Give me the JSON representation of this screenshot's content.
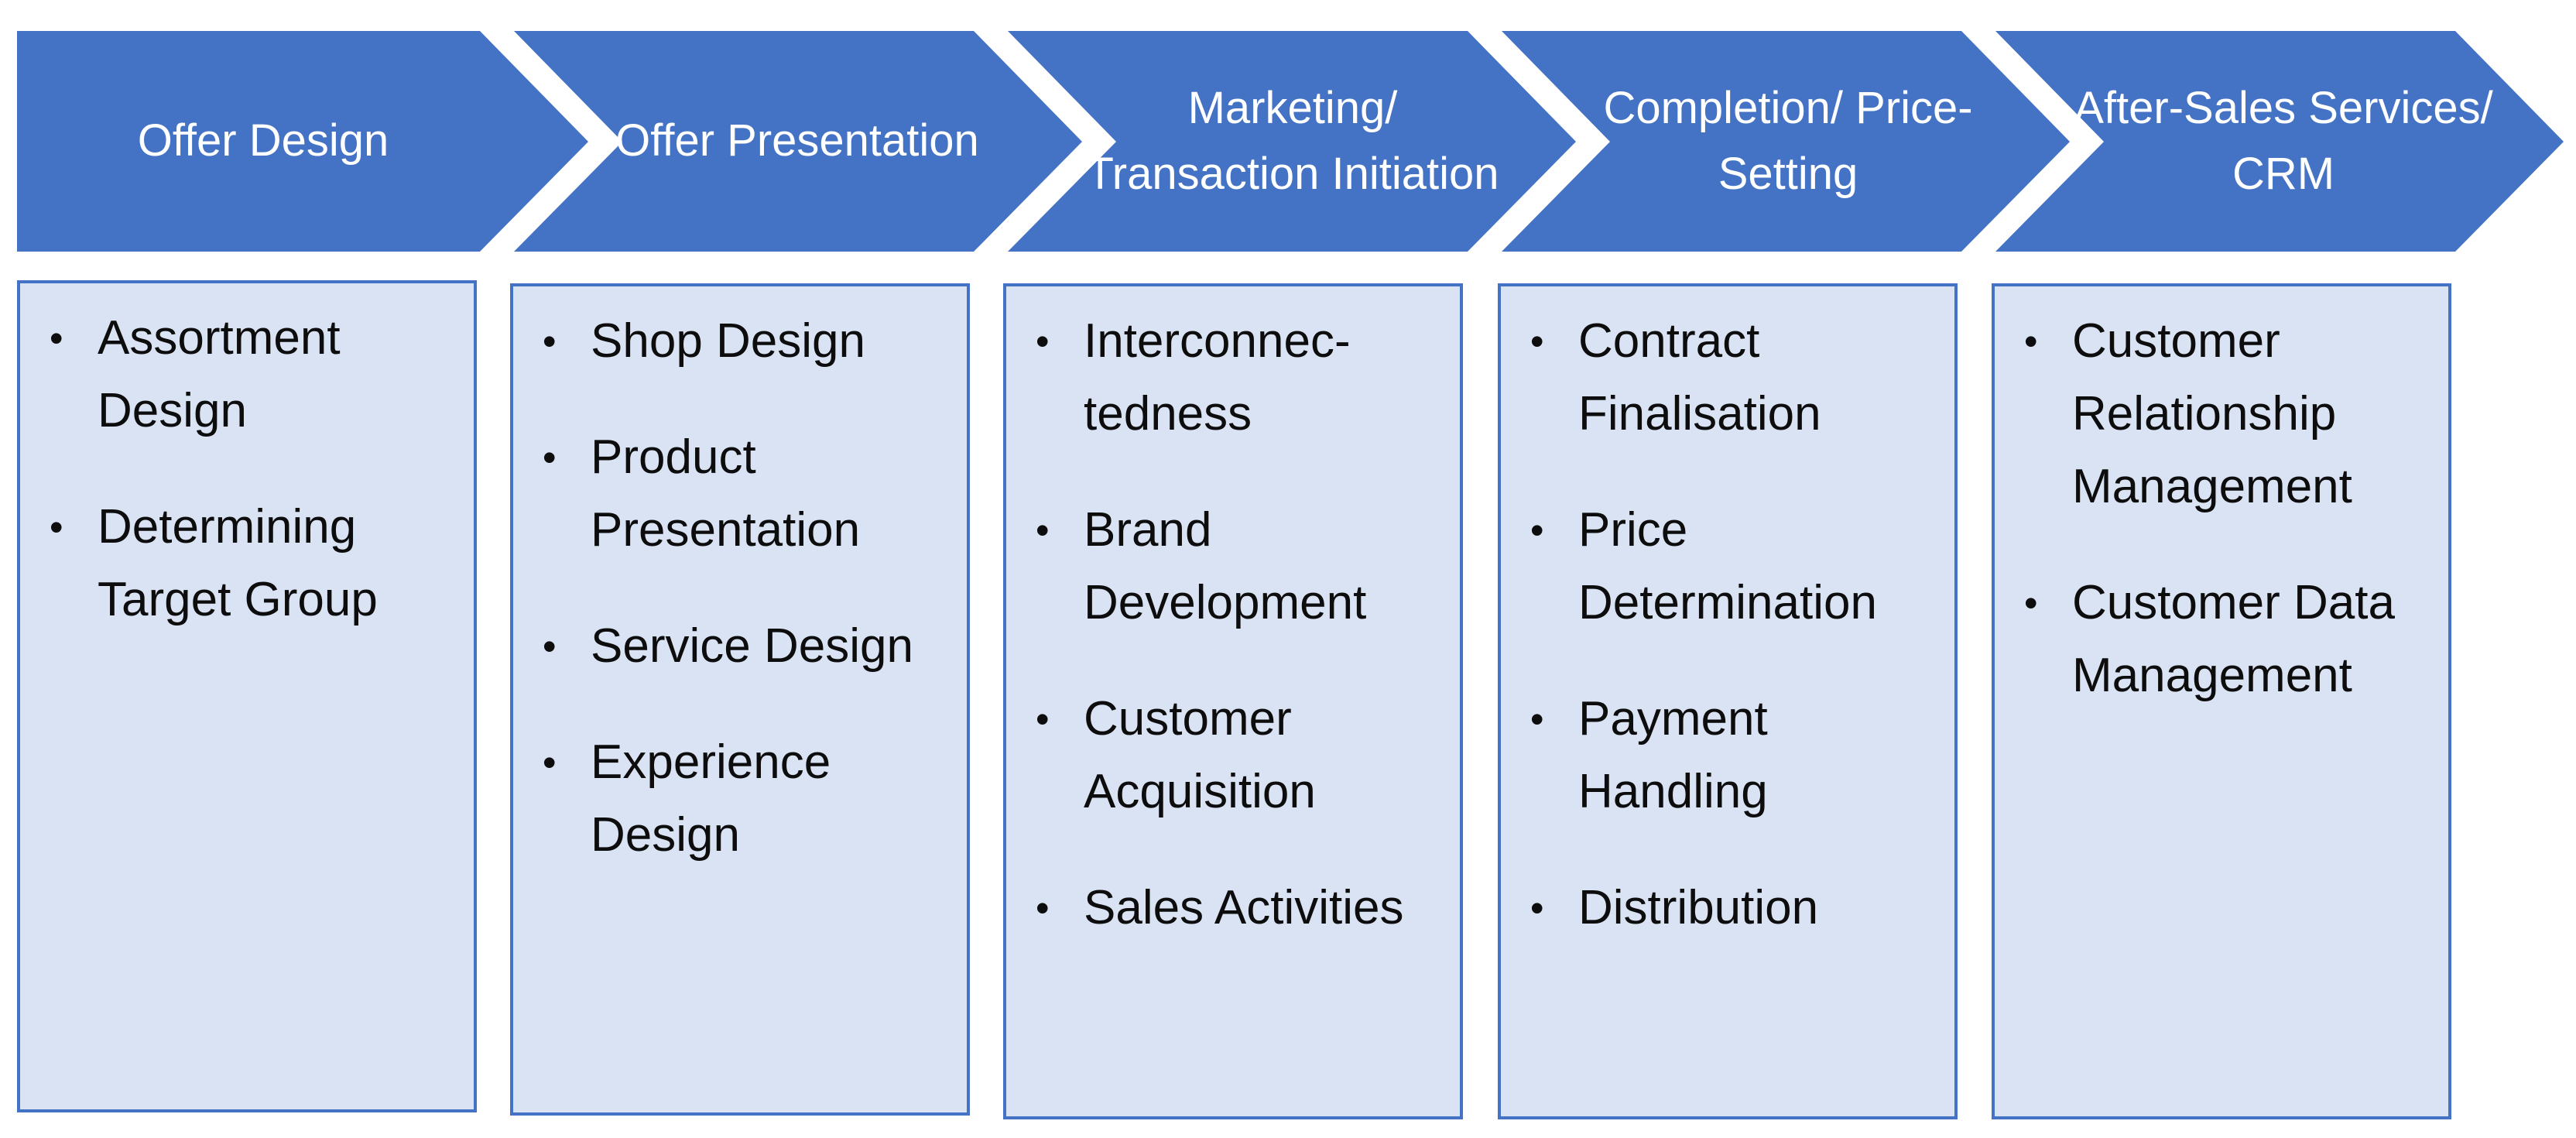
{
  "colors": {
    "chevron": "#4472c4",
    "box_fill": "#dae3f3",
    "box_border": "#4472c4",
    "text": "#0d0d0d"
  },
  "stages": [
    {
      "header": "Offer Design",
      "items": [
        "Assortment Design",
        "Determining Target Group"
      ]
    },
    {
      "header": "Offer Presentation",
      "items": [
        "Shop Design",
        "Product Presentation",
        "Service Design",
        "Experience Design"
      ]
    },
    {
      "header": "Marketing/ Transaction Initiation",
      "items": [
        "Interconnec- tedness",
        "Brand Development",
        "Customer Acquisition",
        "Sales Activities"
      ]
    },
    {
      "header": "Completion/ Price-Setting",
      "items": [
        "Contract Finalisation",
        "Price Determination",
        "Payment Handling",
        "Distribution"
      ]
    },
    {
      "header": "After-Sales Services/ CRM",
      "items": [
        "Customer Relationship Management",
        "Customer Data Management"
      ]
    }
  ]
}
